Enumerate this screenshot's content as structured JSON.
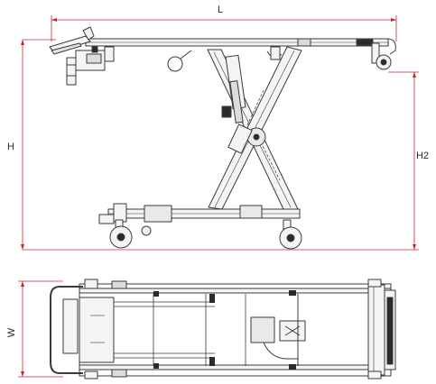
{
  "labels": {
    "length": "L",
    "height": "H",
    "height2": "H2",
    "width": "W"
  },
  "colors": {
    "dimension": "#c7242f",
    "line": "#3a3a3a",
    "fill": "#e9e9e9",
    "dark": "#2b2b2b"
  }
}
